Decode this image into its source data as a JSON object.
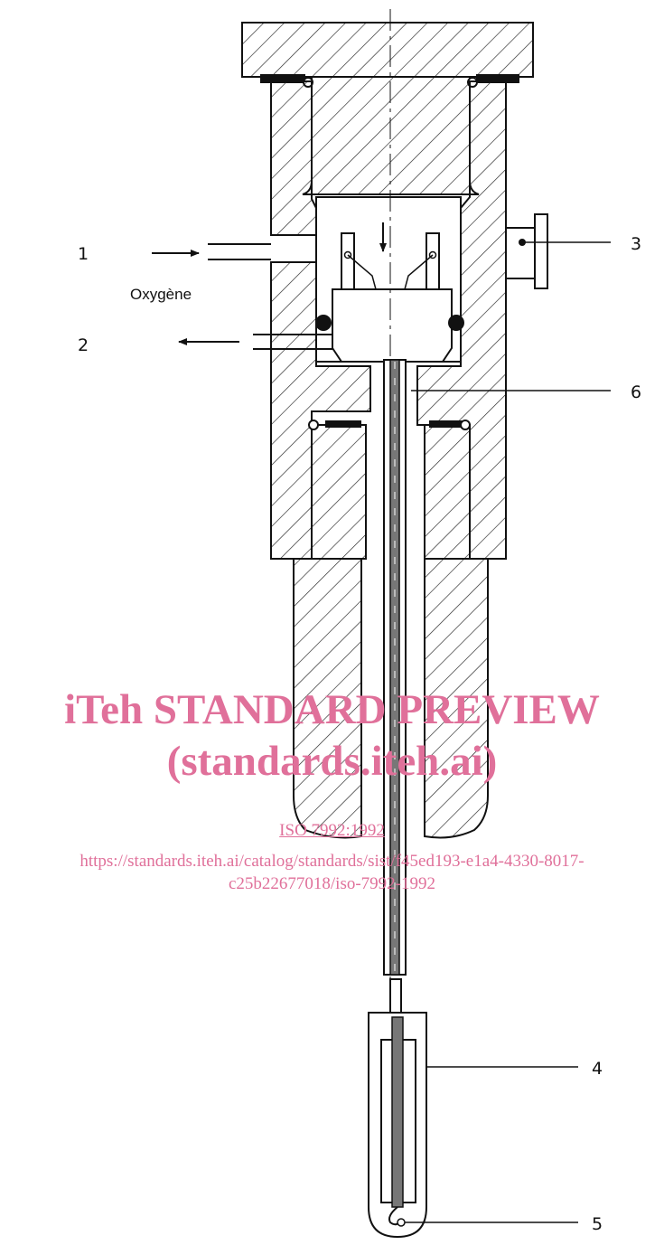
{
  "figure": {
    "labels": {
      "l1": "1",
      "l2": "2",
      "l3": "3",
      "l4": "4",
      "l5": "5",
      "l6": "6"
    },
    "oxygen_label": "Oxygène"
  },
  "watermark": {
    "title": "iTeh STANDARD PREVIEW",
    "subtitle": "(standards.iteh.ai)",
    "iso_ref": "ISO 7992:1992",
    "url_line1": "https://standards.iteh.ai/catalog/standards/sist/f45ed193-e1a4-4330-8017-",
    "url_line2": "c25b22677018/iso-7992-1992",
    "color": "#e0709a"
  }
}
